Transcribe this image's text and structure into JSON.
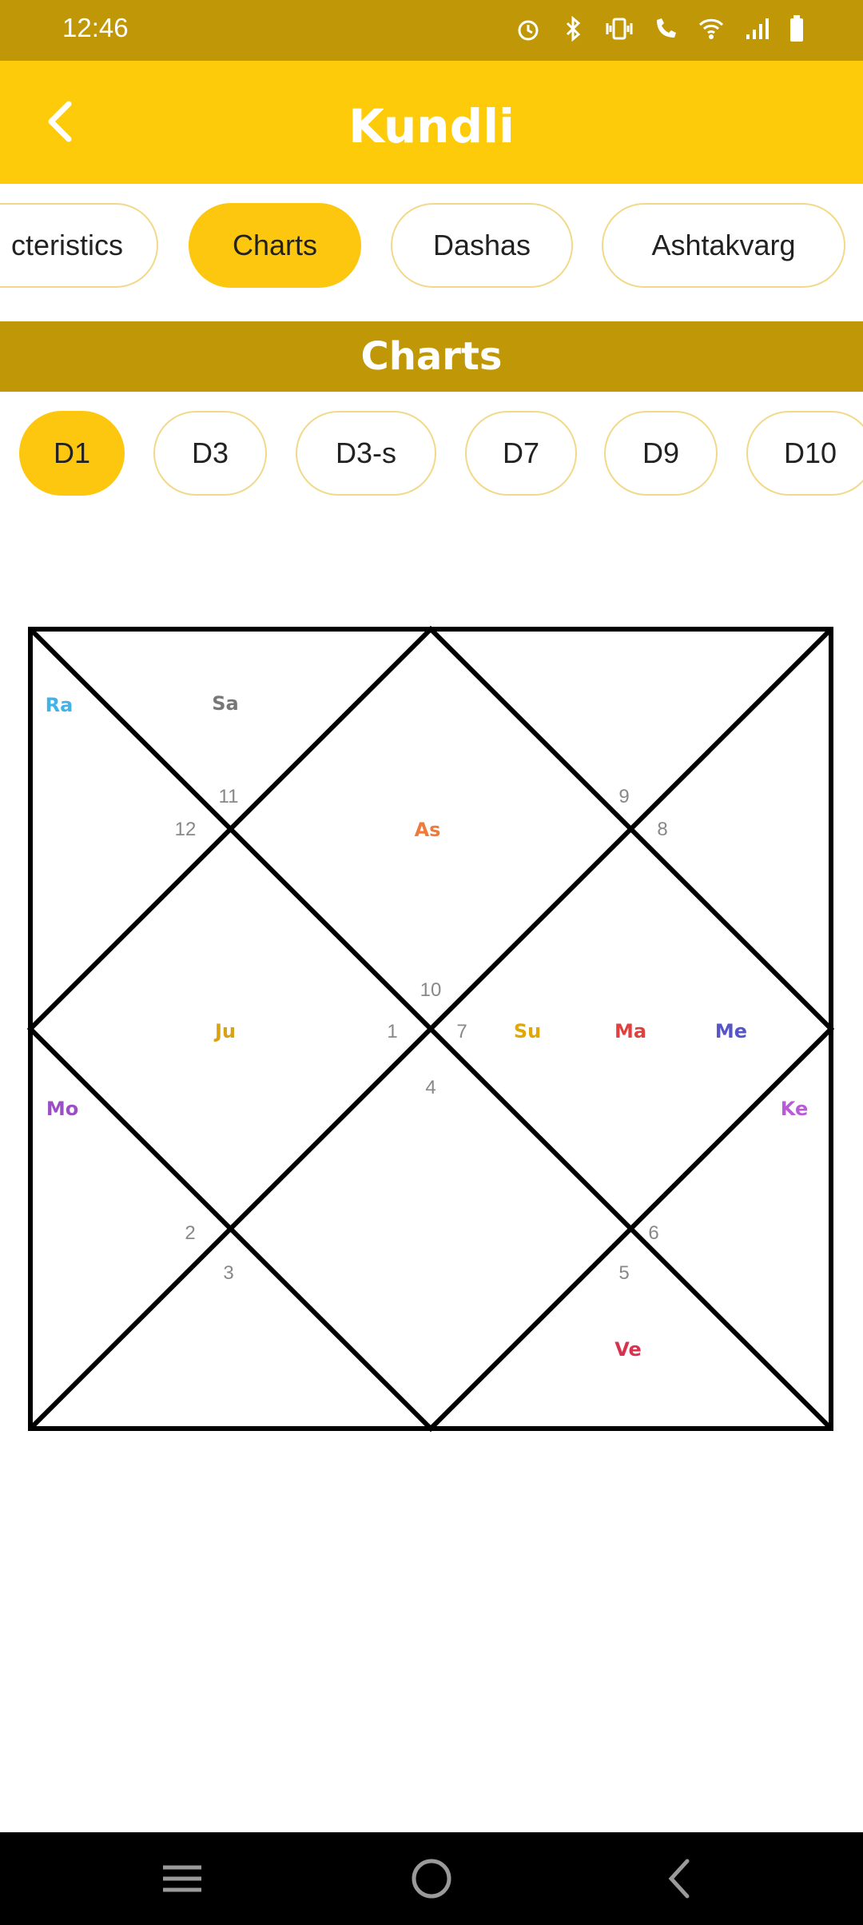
{
  "status_bar": {
    "time": "12:46",
    "icons": [
      "alarm-icon",
      "bluetooth-icon",
      "vibrate-icon",
      "wifi-call-icon",
      "wifi-icon",
      "signal-icon",
      "battery-icon"
    ]
  },
  "app_bar": {
    "title": "Kundli",
    "back_icon": "chevron-left-icon"
  },
  "tabs": [
    {
      "label": "cteristics",
      "active": false
    },
    {
      "label": "Charts",
      "active": true
    },
    {
      "label": "Dashas",
      "active": false
    },
    {
      "label": "Ashtakvarg",
      "active": false
    }
  ],
  "section": {
    "title": "Charts"
  },
  "division_tabs": [
    {
      "label": "D1",
      "active": true
    },
    {
      "label": "D3",
      "active": false
    },
    {
      "label": "D3-s",
      "active": false
    },
    {
      "label": "D7",
      "active": false
    },
    {
      "label": "D9",
      "active": false
    },
    {
      "label": "D10",
      "active": false
    }
  ],
  "kundli_chart": {
    "house_numbers": [
      "11",
      "12",
      "9",
      "8",
      "10",
      "1",
      "7",
      "4",
      "2",
      "3",
      "6",
      "5"
    ],
    "planets": [
      {
        "label": "Ra",
        "color": "#3fb4e8"
      },
      {
        "label": "Sa",
        "color": "#777777"
      },
      {
        "label": "As",
        "color": "#ef7b3b"
      },
      {
        "label": "Ju",
        "color": "#d9a212"
      },
      {
        "label": "Su",
        "color": "#e0a800"
      },
      {
        "label": "Ma",
        "color": "#e0413f"
      },
      {
        "label": "Me",
        "color": "#5555c8"
      },
      {
        "label": "Mo",
        "color": "#9b4fc4"
      },
      {
        "label": "Ke",
        "color": "#b85bd6"
      },
      {
        "label": "Ve",
        "color": "#d8324f"
      }
    ]
  },
  "colors": {
    "status_bar": "#bf9707",
    "app_bar": "#fecb0b",
    "accent": "#fdc70f",
    "pill_border": "#f2d98a"
  },
  "nav_bar": {
    "buttons": [
      "menu-icon",
      "home-icon",
      "back-icon"
    ]
  }
}
